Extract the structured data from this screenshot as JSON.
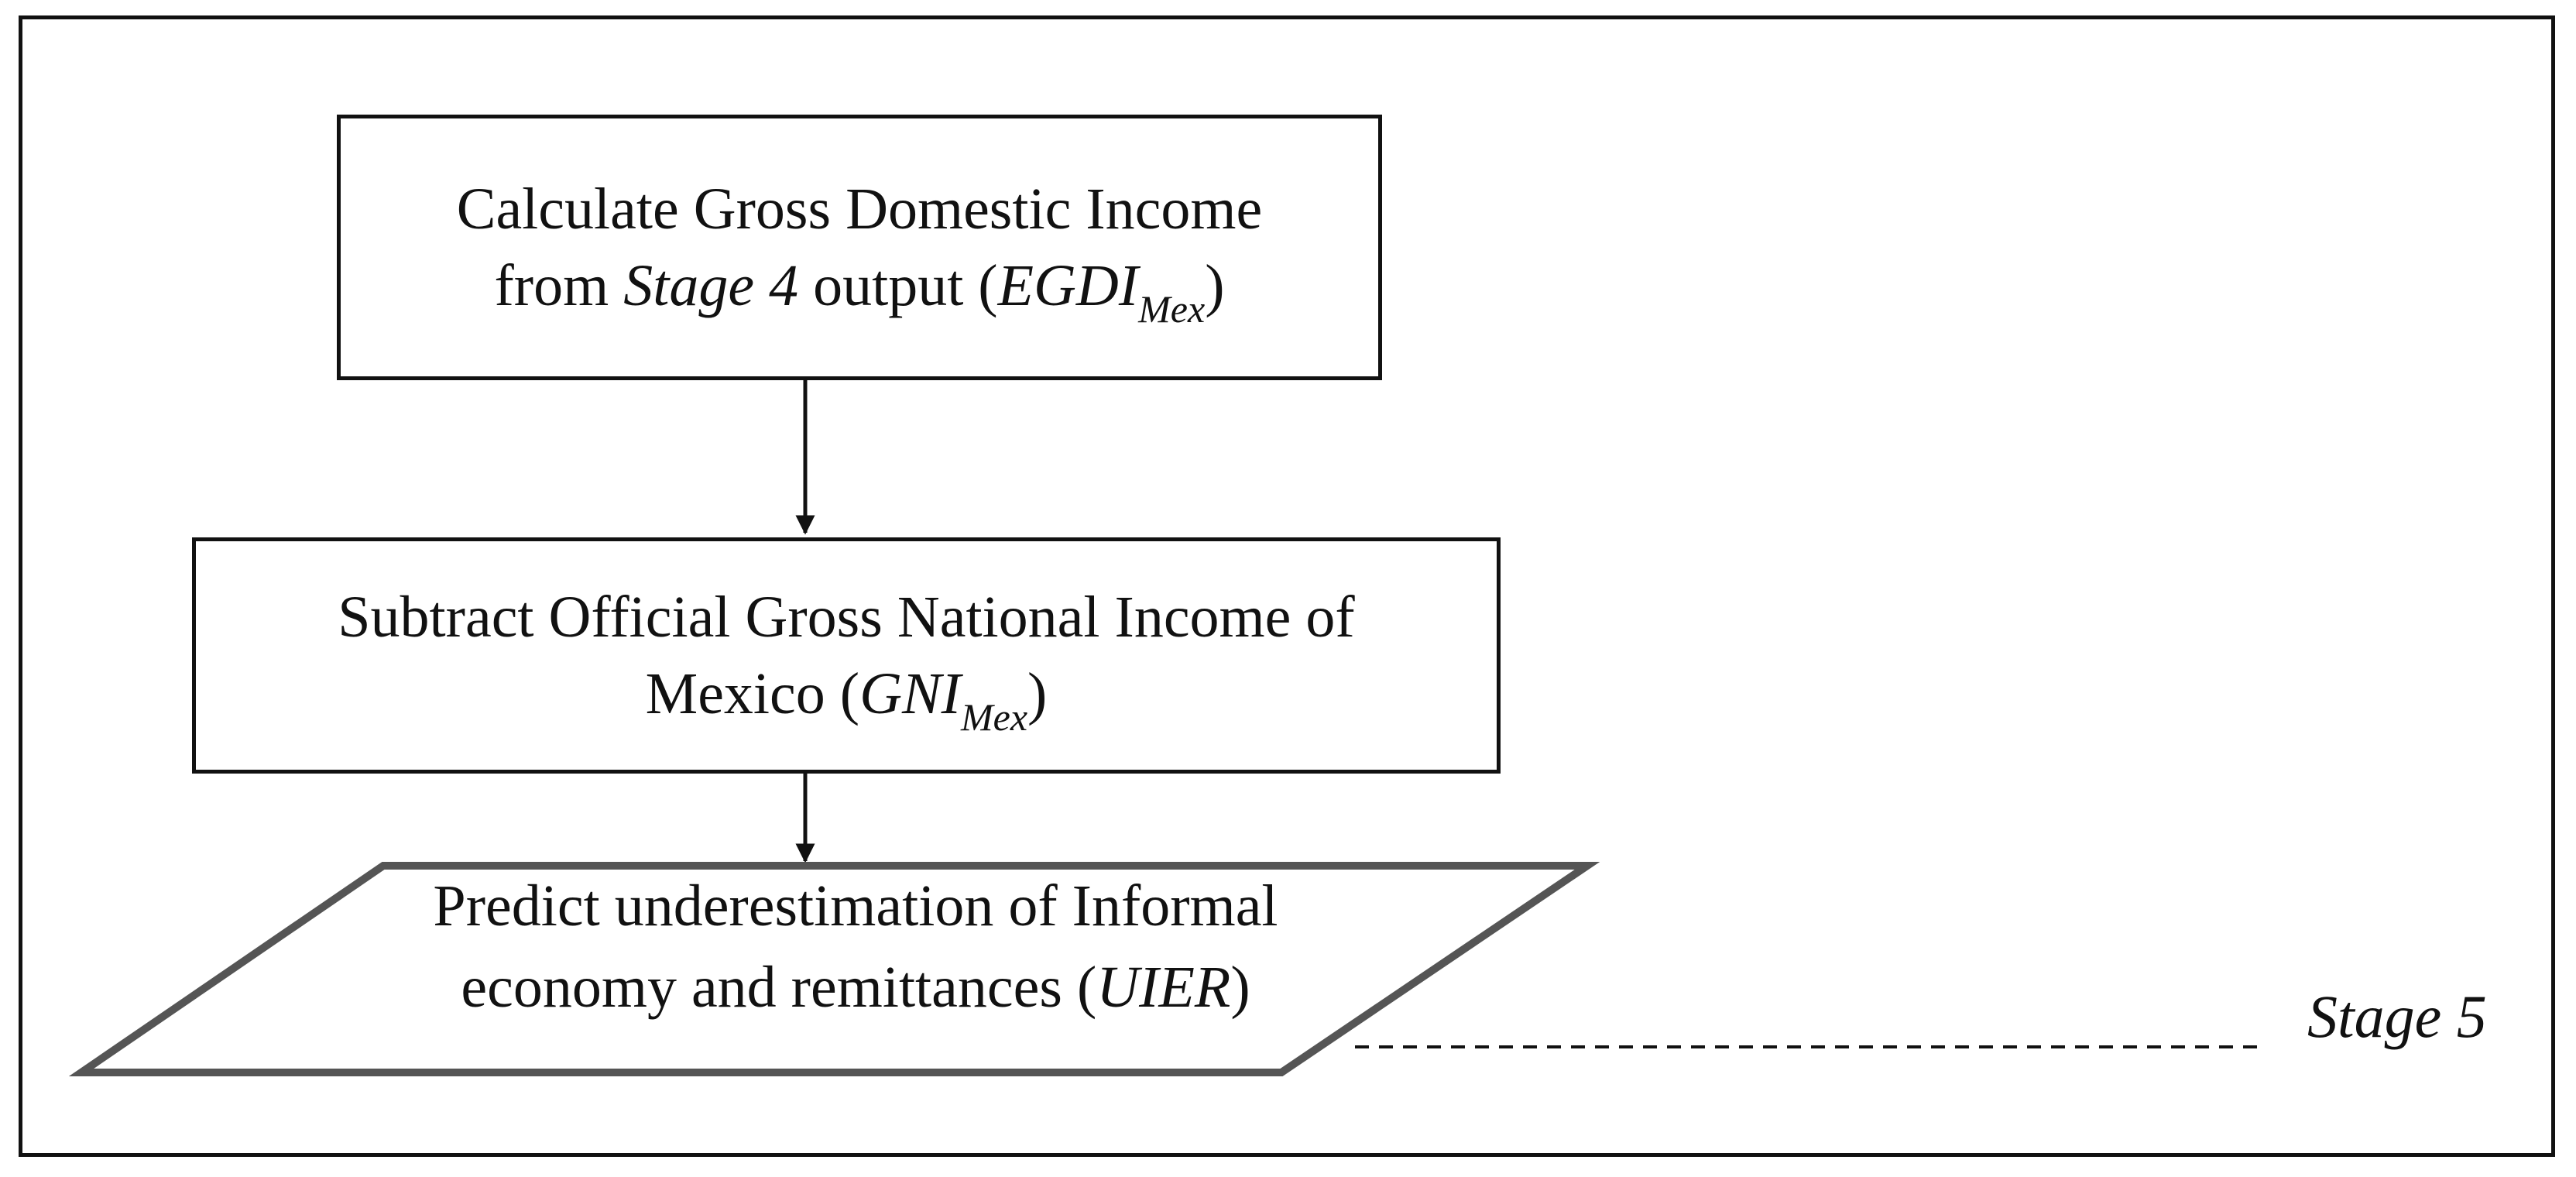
{
  "box1": {
    "line1": "Calculate Gross Domestic Income",
    "line2_pre": "from ",
    "line2_stage": "Stage 4",
    "line2_mid": " output (",
    "line2_var": "EGDI",
    "line2_sub": "Mex",
    "line2_post": ")"
  },
  "box2": {
    "line1": "Subtract Official Gross National Income of",
    "line2_pre": "Mexico (",
    "line2_var": "GNI",
    "line2_sub": "Mex",
    "line2_post": ")"
  },
  "box3": {
    "line1": "Predict underestimation of Informal",
    "line2_pre": "economy and remittances (",
    "line2_var": "UIER",
    "line2_post": ")"
  },
  "stage_label": "Stage 5"
}
